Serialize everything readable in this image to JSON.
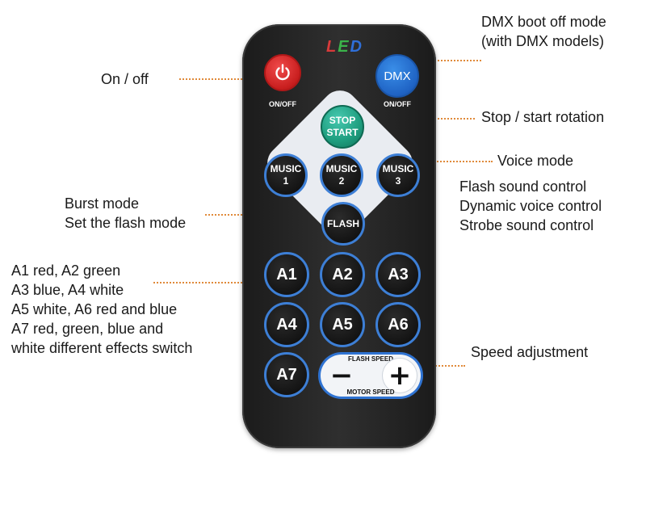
{
  "remote": {
    "logo": [
      "L",
      "E",
      "D"
    ],
    "power_caption": "ON/OFF",
    "dmx_label": "DMX",
    "dmx_caption": "ON/OFF",
    "stop_start": [
      "STOP",
      "START"
    ],
    "music_buttons": [
      [
        "MUSIC",
        "1"
      ],
      [
        "MUSIC",
        "2"
      ],
      [
        "MUSIC",
        "3"
      ]
    ],
    "flash_label": "FLASH",
    "a_buttons": [
      "A1",
      "A2",
      "A3",
      "A4",
      "A5",
      "A6",
      "A7"
    ],
    "speed_top_label": "FLASH SPEED",
    "speed_bottom_label": "MOTOR SPEED",
    "minus_label": "−",
    "plus_label": "+"
  },
  "annotations": {
    "dmx_boot": [
      "DMX boot off mode",
      "(with DMX models)"
    ],
    "on_off": [
      "On / off"
    ],
    "stop_start": [
      "Stop / start rotation"
    ],
    "voice_mode": [
      "Voice mode"
    ],
    "voice_details": [
      "Flash sound control",
      "Dynamic voice control",
      "Strobe sound control"
    ],
    "burst": [
      "Burst mode",
      "Set the flash mode"
    ],
    "a_buttons": [
      "A1 red,  A2 green",
      "A3 blue, A4 white",
      "A5 white, A6 red and blue",
      "A7 red, green, blue and",
      "white different effects switch"
    ],
    "speed": [
      "Speed adjustment"
    ]
  },
  "colors": {
    "accent": "#2f73d2",
    "power": "#c81e1e",
    "dmx": "#1f63c4",
    "stop_start": "#1e9d7e",
    "leader": "#e08a3a"
  }
}
